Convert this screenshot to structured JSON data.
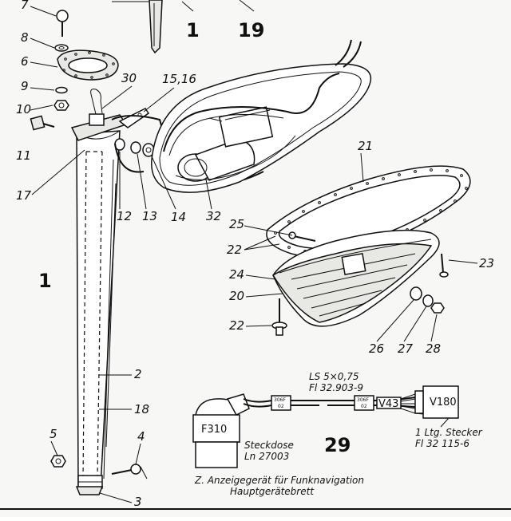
{
  "labels": {
    "l1_top": "1",
    "l19": "19",
    "l7": "7",
    "l8": "8",
    "l6": "6",
    "l30": "30",
    "l15_16": "15,16",
    "l9": "9",
    "l10": "10",
    "l11": "11",
    "l17": "17",
    "l12": "12",
    "l13": "13",
    "l14": "14",
    "l32": "32",
    "l21": "21",
    "l25": "25",
    "l22a": "22",
    "l23": "23",
    "l24": "24",
    "l20": "20",
    "l22b": "22",
    "l26": "26",
    "l27": "27",
    "l28": "28",
    "l1_main": "1",
    "l2": "2",
    "l18": "18",
    "l5": "5",
    "l4": "4",
    "l3": "3",
    "l29": "29"
  },
  "cable": {
    "spec_line1": "LS 5×0,75",
    "spec_line2": "Fl 32.903-9",
    "tag_left_top": "306F",
    "tag_left_bottom": "02",
    "tag_right_top": "306F",
    "tag_right_bottom": "02",
    "v43": "V43",
    "v180": "V180",
    "f310": "F310",
    "steckdose_line1": "Steckdose",
    "steckdose_line2": "Ln 27003",
    "stecker_line1": "1 Ltg. Stecker",
    "stecker_line2": "Fl 32 115-6"
  },
  "caption": {
    "line1": "Z. Anzeigegerät für Funknavigation",
    "line2": "Hauptgerätebrett"
  }
}
